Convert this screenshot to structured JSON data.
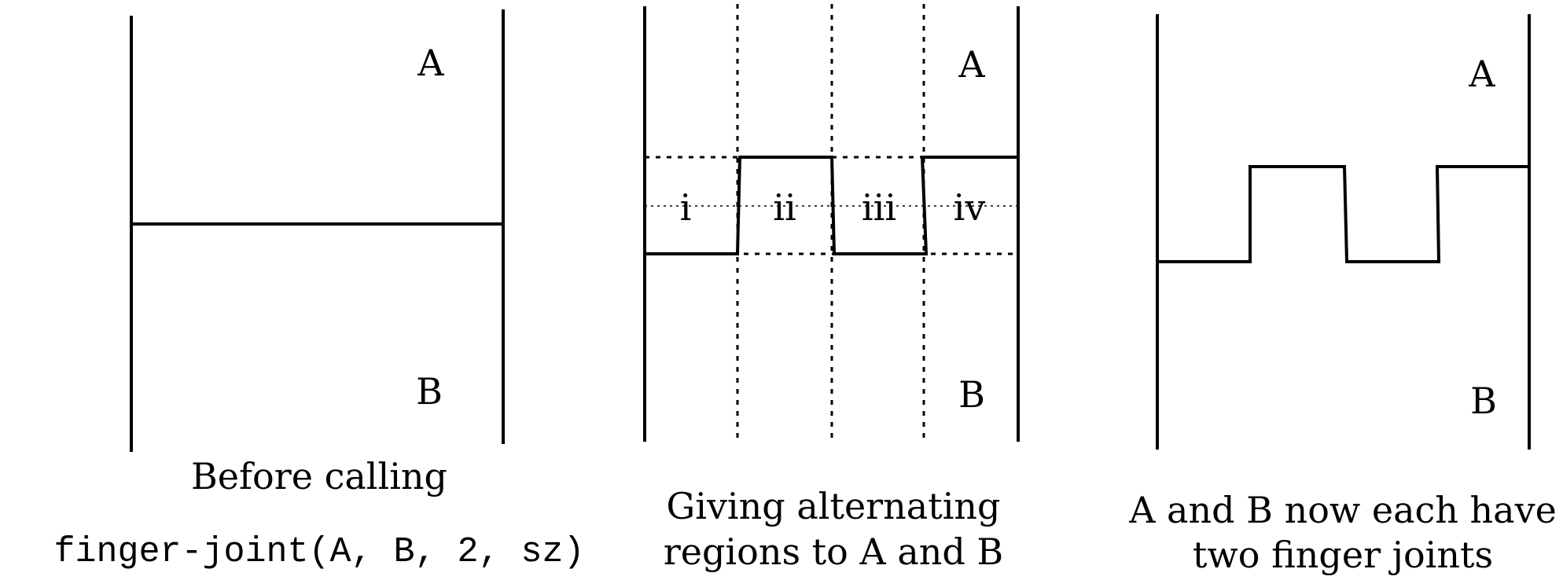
{
  "panel1": {
    "label_a": "A",
    "label_b": "B",
    "caption_line1": "Before calling",
    "caption_code": "finger-joint(A, B, 2, sz)"
  },
  "panel2": {
    "label_a": "A",
    "label_b": "B",
    "regions": [
      "i",
      "ii",
      "iii",
      "iv"
    ],
    "caption_line1": "Giving alternating",
    "caption_line2": "regions to A and B"
  },
  "panel3": {
    "label_a": "A",
    "label_b": "B",
    "caption_line1": "A and B now each have",
    "caption_line2": "two finger joints"
  }
}
